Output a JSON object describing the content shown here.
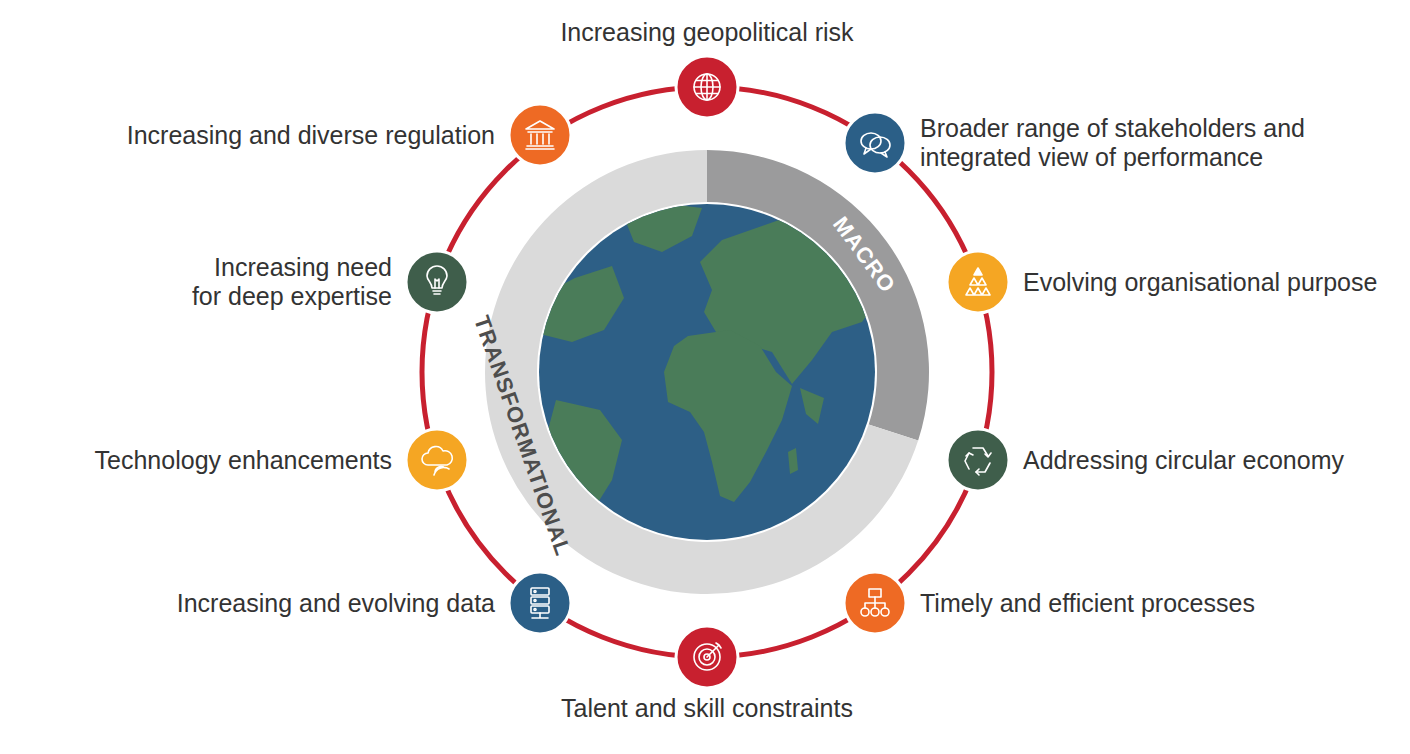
{
  "diagram": {
    "nodes": [
      {
        "text": [
          "Increasing geopolitical risk"
        ]
      },
      {
        "text": [
          "Broader range of stakeholders and integrated view of performance"
        ]
      },
      {
        "text": [
          "Evolving organisational purpose"
        ]
      },
      {
        "text": [
          "Addressing circular economy"
        ]
      },
      {
        "text": [
          "Timely and efficient processes"
        ]
      },
      {
        "text": [
          "Talent and skill constraints"
        ]
      },
      {
        "text": [
          "Increasing and evolving data"
        ]
      },
      {
        "text": [
          "Technology enhancements"
        ]
      },
      {
        "text": [
          "Increasing need for deep expertise"
        ]
      },
      {
        "text": [
          "Increasing and diverse regulation"
        ]
      },
      {
        "text": [
          "MACRO"
        ]
      },
      {
        "text": [
          "TRANSFORMATIONAL"
        ]
      }
    ]
  }
}
